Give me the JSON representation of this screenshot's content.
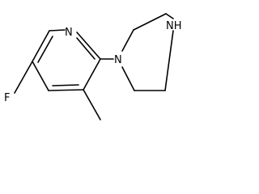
{
  "molecule": {
    "atoms": {
      "pyridine_n": "N",
      "piperazine_n1": "N",
      "piperazine_nh": "NH",
      "fluorine": "F"
    },
    "colors": {
      "bond": "#000000",
      "text": "#000000"
    }
  }
}
